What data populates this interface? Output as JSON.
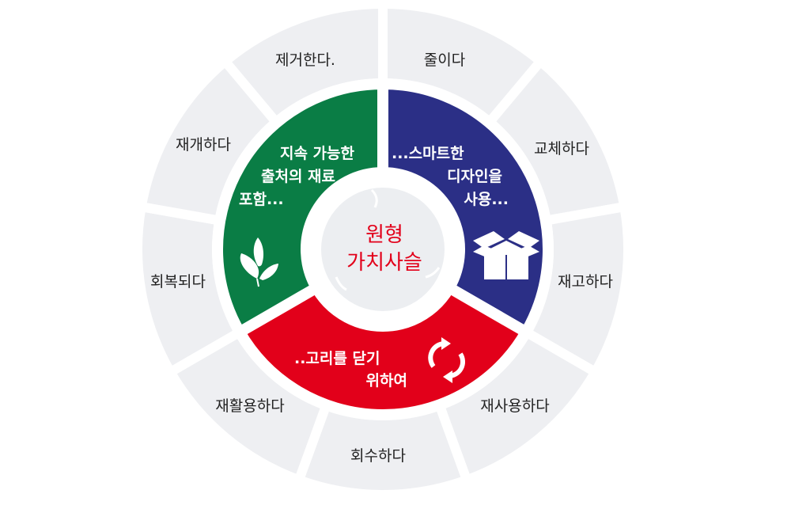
{
  "diagram": {
    "title_line1": "원형",
    "title_line2": "가치사슬",
    "colors": {
      "outer_segment": "#eeeff2",
      "green": "#0a7d45",
      "blue": "#2b2f86",
      "red": "#e2001a",
      "center_ring": "#eceef1",
      "title": "#e2001a"
    },
    "outer_segments": [
      {
        "label": "줄이다"
      },
      {
        "label": "교체하다"
      },
      {
        "label": "재고하다"
      },
      {
        "label": "재사용하다"
      },
      {
        "label": "회수하다"
      },
      {
        "label": "재활용하다"
      },
      {
        "label": "회복되다"
      },
      {
        "label": "재개하다"
      },
      {
        "label": "제거한다."
      }
    ],
    "inner_segments": {
      "green": {
        "lines": [
          "지속 가능한",
          "출처의 재료",
          "포함..."
        ],
        "icon": "plant-leaves-icon"
      },
      "blue": {
        "lines": [
          "...스마트한",
          "디자인을",
          "사용..."
        ],
        "icon": "open-box-icon"
      },
      "red": {
        "lines": [
          "..고리를 닫기",
          "위하여"
        ],
        "icon": "refresh-cycle-icon"
      }
    }
  }
}
